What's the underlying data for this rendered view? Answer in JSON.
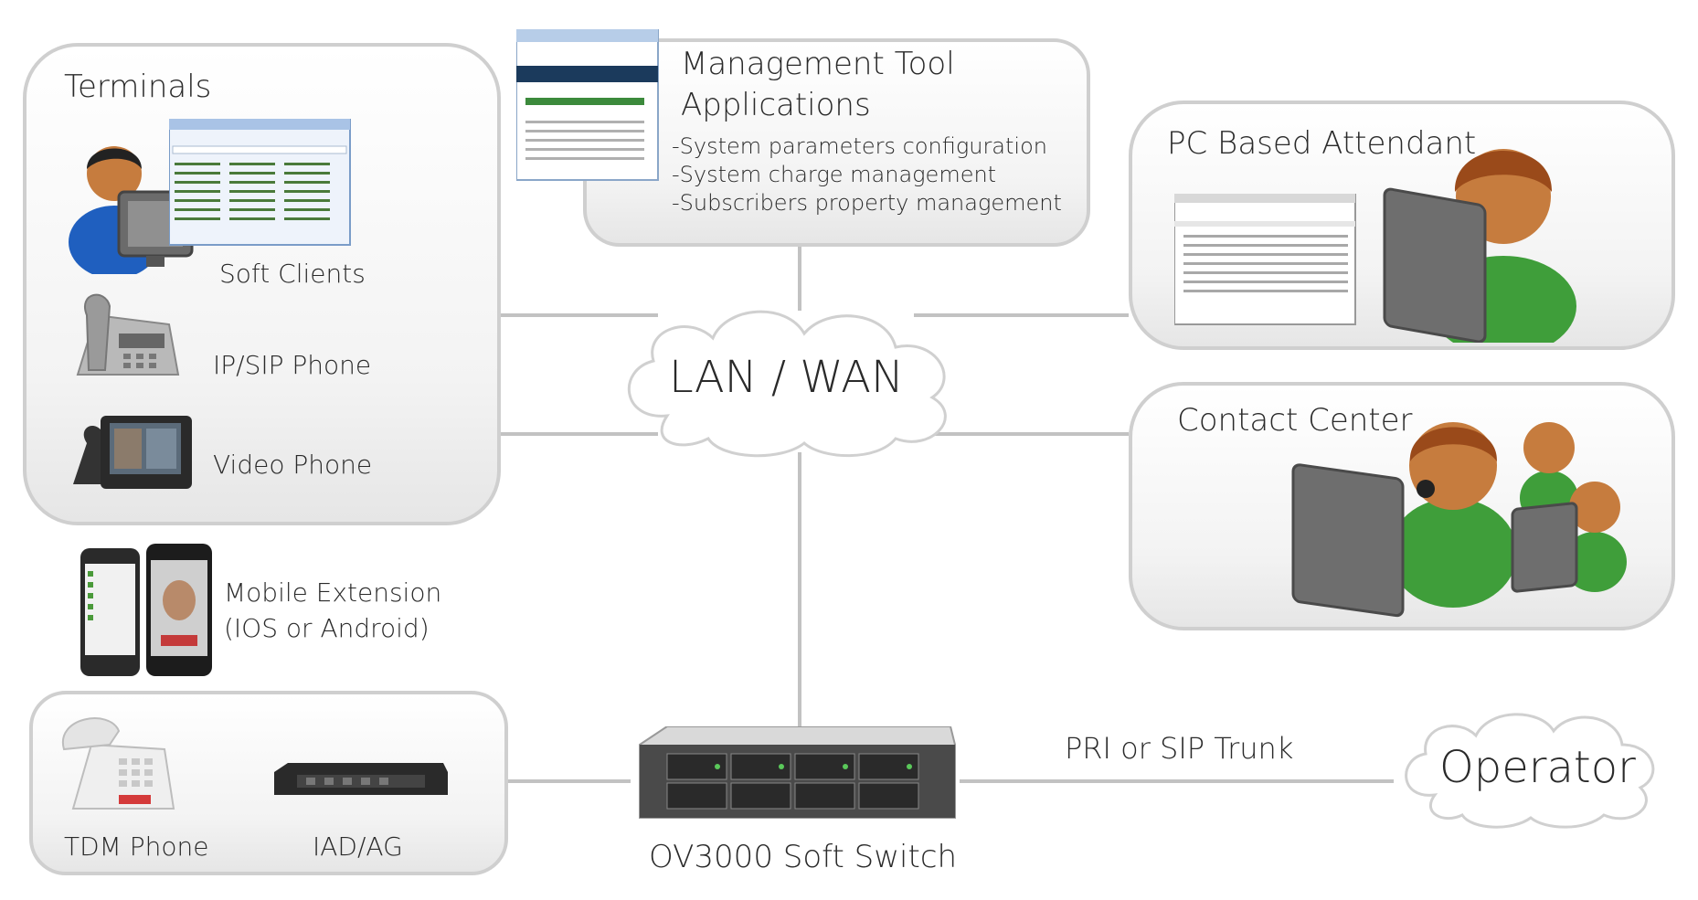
{
  "terminals": {
    "title": "Terminals",
    "soft_clients": "Soft Clients",
    "ip_sip_phone": "IP/SIP Phone",
    "video_phone": "Video Phone"
  },
  "mobile_extension": {
    "line1": "Mobile Extension",
    "line2": "(IOS or Android)"
  },
  "management": {
    "title_line1": "Management Tool",
    "title_line2": "Applications",
    "items": [
      "-System parameters configuration",
      "-System charge management",
      "-Subscribers property management"
    ]
  },
  "pc_attendant": {
    "title": "PC Based Attendant"
  },
  "contact_center": {
    "title": "Contact Center"
  },
  "network": {
    "cloud_label": "LAN / WAN"
  },
  "tdm": {
    "phone_label": "TDM Phone",
    "iad_label": "IAD/AG"
  },
  "softswitch": {
    "label": "OV3000 Soft Switch"
  },
  "trunk": {
    "label": "PRI or SIP Trunk"
  },
  "operator": {
    "label": "Operator"
  },
  "colors": {
    "box_border": "#cfcfcf",
    "line": "#c2c2c2",
    "person_green": "#3f9e3a",
    "person_blue": "#1f5fbf",
    "skin": "#c67c3e"
  }
}
